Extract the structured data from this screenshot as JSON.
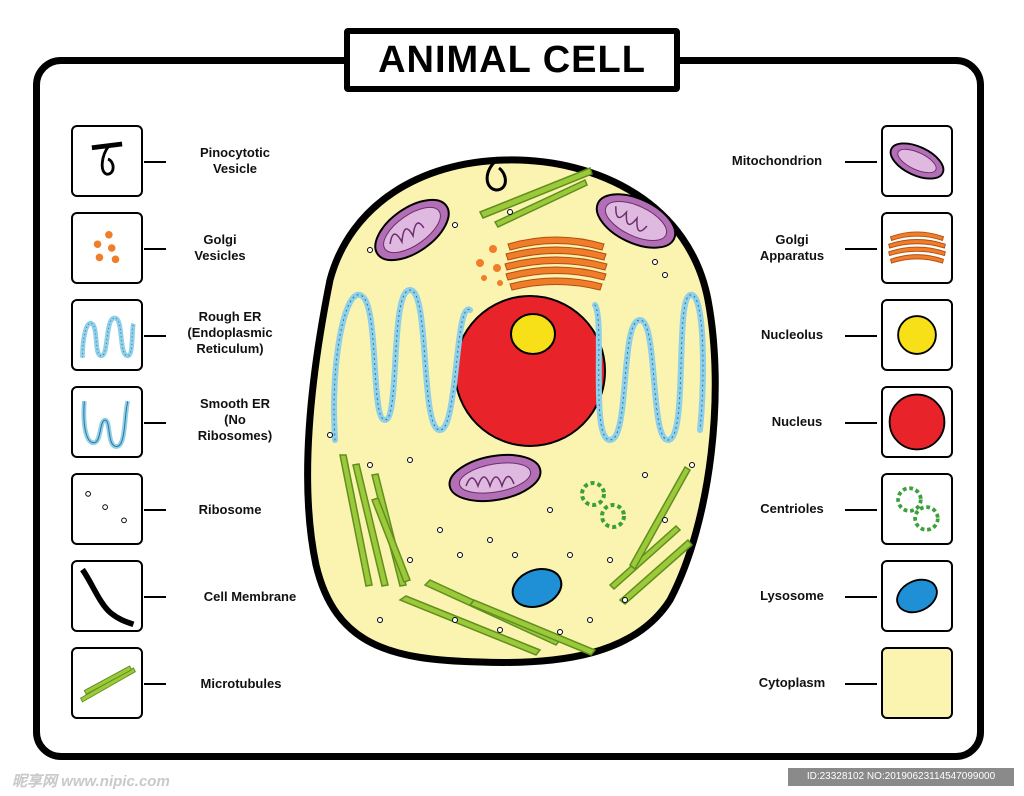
{
  "title": "ANIMAL CELL",
  "left_legend": [
    {
      "label": "Pinocytotic Vesicle",
      "icon": "pinocytotic-vesicle-icon"
    },
    {
      "label": "Golgi Vesicles",
      "icon": "golgi-vesicles-icon"
    },
    {
      "label": "Rough ER (Endoplasmic Reticulum)",
      "icon": "rough-er-icon"
    },
    {
      "label": "Smooth ER (No Ribosomes)",
      "icon": "smooth-er-icon"
    },
    {
      "label": "Ribosome",
      "icon": "ribosome-icon"
    },
    {
      "label": "Cell Membrane",
      "icon": "cell-membrane-icon"
    },
    {
      "label": "Microtubules",
      "icon": "microtubules-icon"
    }
  ],
  "right_legend": [
    {
      "label": "Mitochondrion",
      "icon": "mitochondrion-icon"
    },
    {
      "label": "Golgi Apparatus",
      "icon": "golgi-apparatus-icon"
    },
    {
      "label": "Nucleolus",
      "icon": "nucleolus-icon"
    },
    {
      "label": "Nucleus",
      "icon": "nucleus-icon"
    },
    {
      "label": "Centrioles",
      "icon": "centrioles-icon"
    },
    {
      "label": "Lysosome",
      "icon": "lysosome-icon"
    },
    {
      "label": "Cytoplasm",
      "icon": "cytoplasm-icon"
    }
  ],
  "labels_display": {
    "left": [
      "Pinocytotic\nVesicle",
      "Golgi\nVesicles",
      "Rough ER\n(Endoplasmic\nReticulum)",
      "Smooth ER\n(No\nRibosomes)",
      "Ribosome",
      "Cell Membrane",
      "Microtubules"
    ],
    "right": [
      "Mitochondrion",
      "Golgi\nApparatus",
      "Nucleolus",
      "Nucleus",
      "Centrioles",
      "Lysosome",
      "Cytoplasm"
    ]
  },
  "colors": {
    "cytoplasm": "#fbf3b0",
    "nucleus": "#e8242a",
    "nucleolus": "#f7e017",
    "mitochondrion": "#b36fb5",
    "mitochondrion_inner": "#e0b9e0",
    "golgi": "#f07d2a",
    "er": "#8ecfe9",
    "lysosome": "#1f8fd6",
    "centriole": "#3aa13a",
    "microtubule": "#8fbf2f",
    "outline": "#000000"
  },
  "watermark": "昵享网 www.nipic.com",
  "image_id": "ID:23328102 NO:20190623114547099000"
}
